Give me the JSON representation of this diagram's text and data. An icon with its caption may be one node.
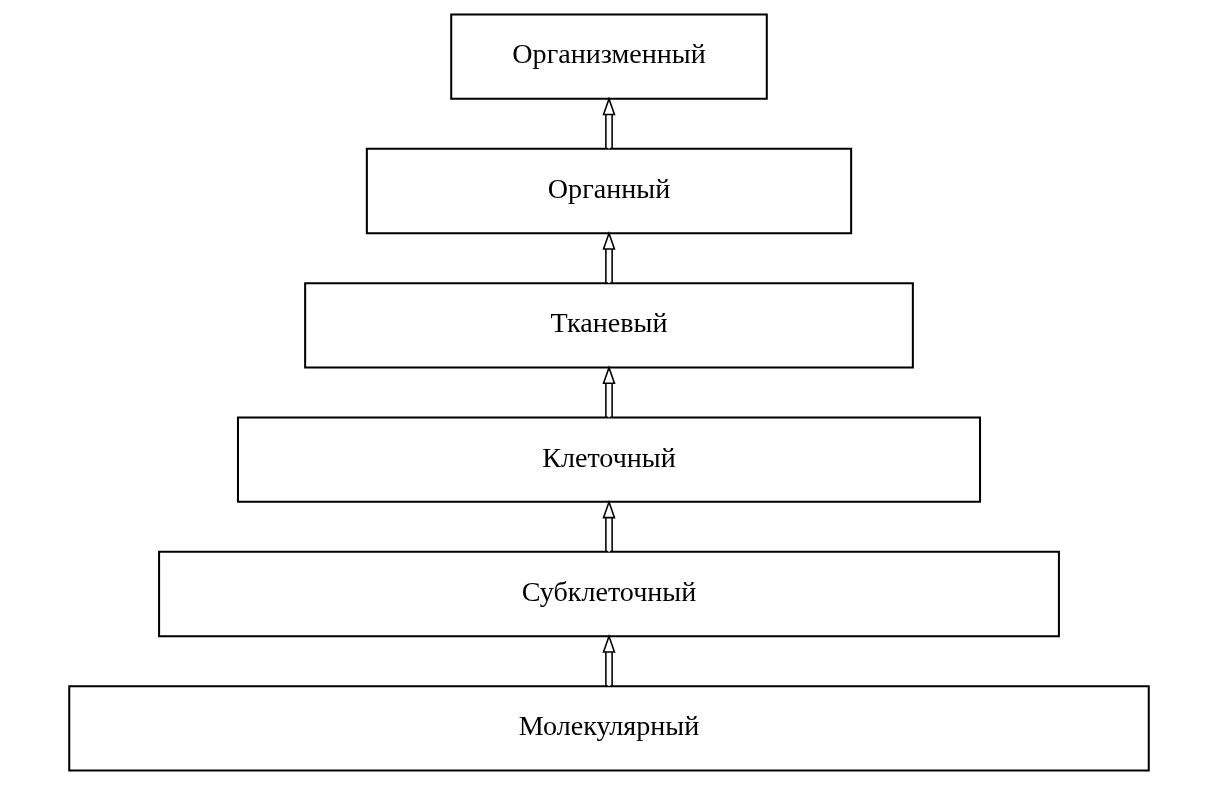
{
  "diagram": {
    "nodes": [
      {
        "text": [
          "Организменный"
        ]
      },
      {
        "text": [
          "Органный"
        ]
      },
      {
        "text": [
          "Тканевый"
        ]
      },
      {
        "text": [
          "Клеточный"
        ]
      },
      {
        "text": [
          "Субклеточный"
        ]
      },
      {
        "text": [
          "Молекулярный"
        ]
      }
    ],
    "edges": [
      {
        "from": 5,
        "to": 4,
        "arrow": "to"
      },
      {
        "from": 4,
        "to": 3,
        "arrow": "to"
      },
      {
        "from": 3,
        "to": 2,
        "arrow": "to"
      },
      {
        "from": 2,
        "to": 1,
        "arrow": "to"
      },
      {
        "from": 1,
        "to": 0,
        "arrow": "to"
      }
    ]
  }
}
